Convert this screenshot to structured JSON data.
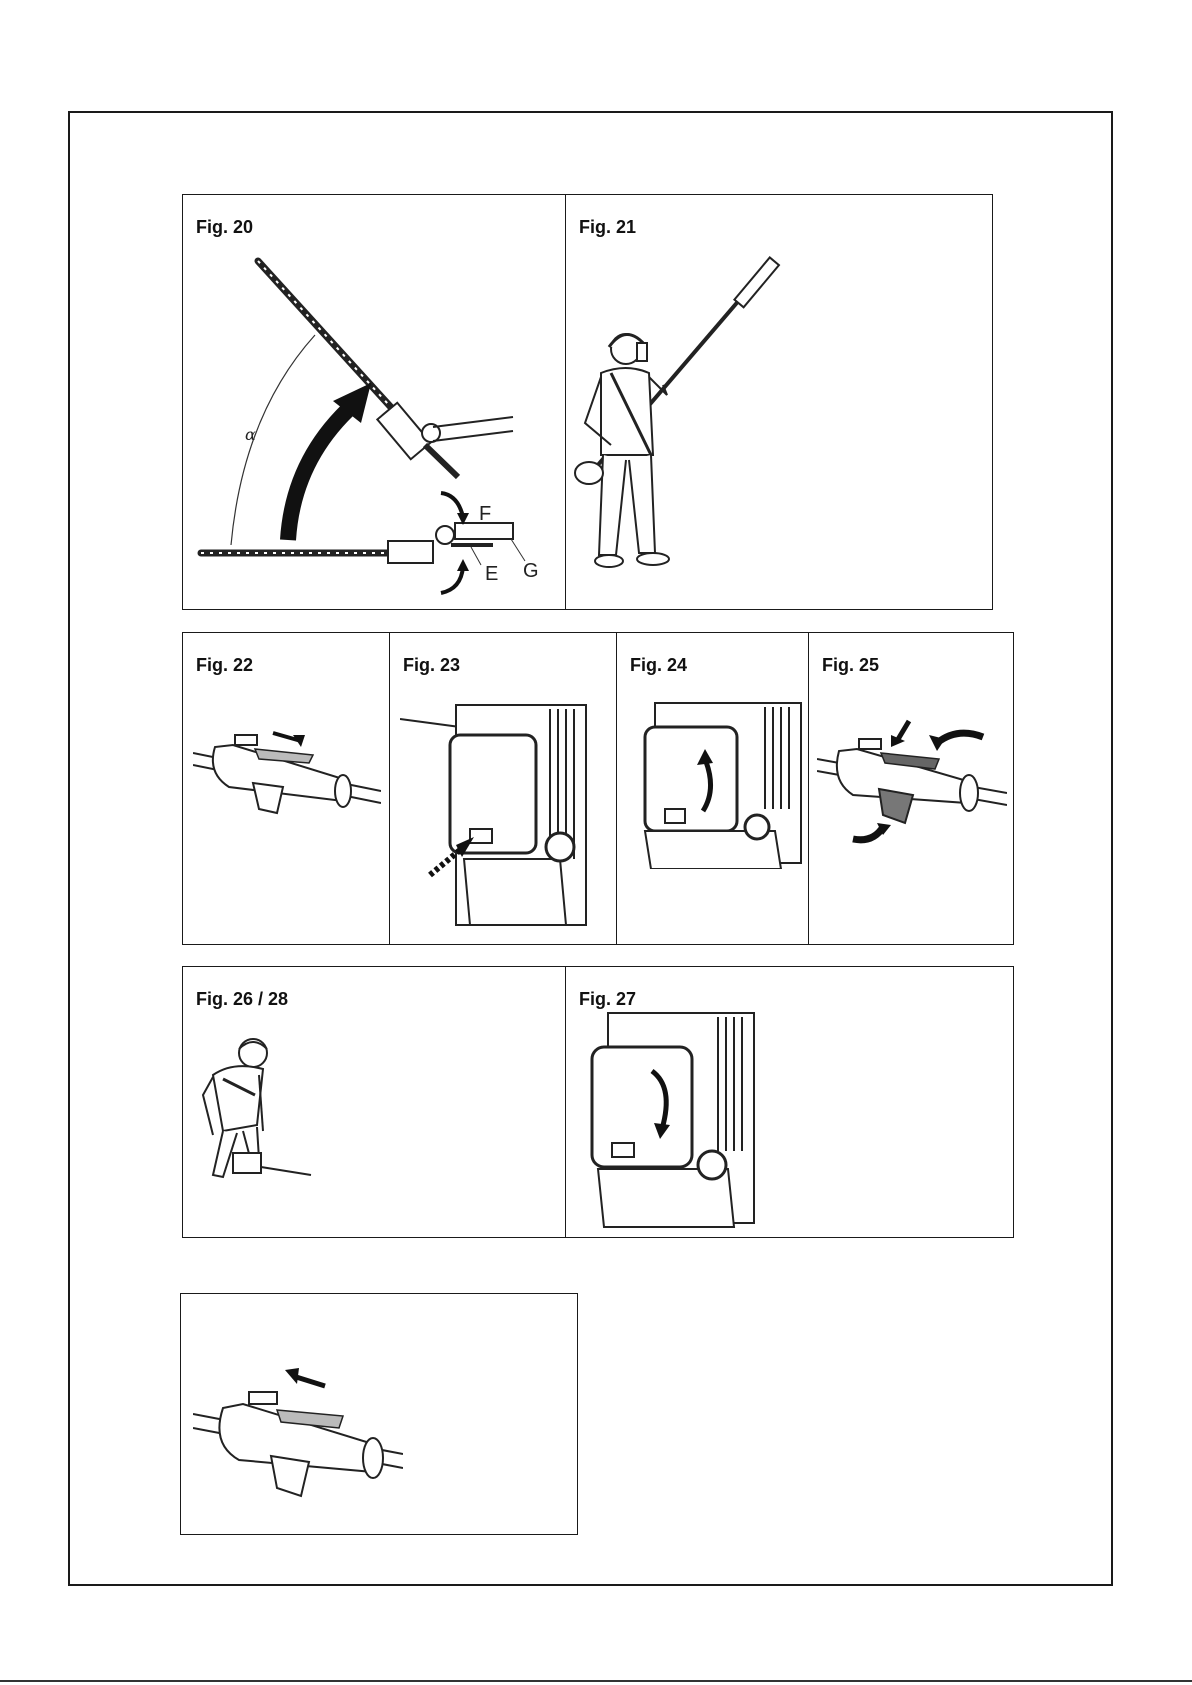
{
  "figures": {
    "fig20": {
      "label": "Fig. 20",
      "callouts": {
        "alpha": "α",
        "F": "F",
        "E": "E",
        "G": "G"
      }
    },
    "fig21": {
      "label": "Fig. 21"
    },
    "fig22": {
      "label": "Fig. 22"
    },
    "fig23": {
      "label": "Fig. 23"
    },
    "fig24": {
      "label": "Fig. 24"
    },
    "fig25": {
      "label": "Fig. 25"
    },
    "fig26_28": {
      "label": "Fig. 26 / 28"
    },
    "fig27": {
      "label": "Fig. 27"
    }
  },
  "icons": {
    "hedge-trimmer-angle": "hedge-trimmer-angle-illustration",
    "operator-pole-saw": "operator-with-pole-saw-illustration",
    "throttle-handle": "throttle-handle-illustration",
    "engine-cover": "engine-air-filter-cover-illustration",
    "operator-starting": "operator-starting-engine-illustration"
  },
  "colors": {
    "line": "#1a1a1a",
    "background": "#ffffff"
  }
}
